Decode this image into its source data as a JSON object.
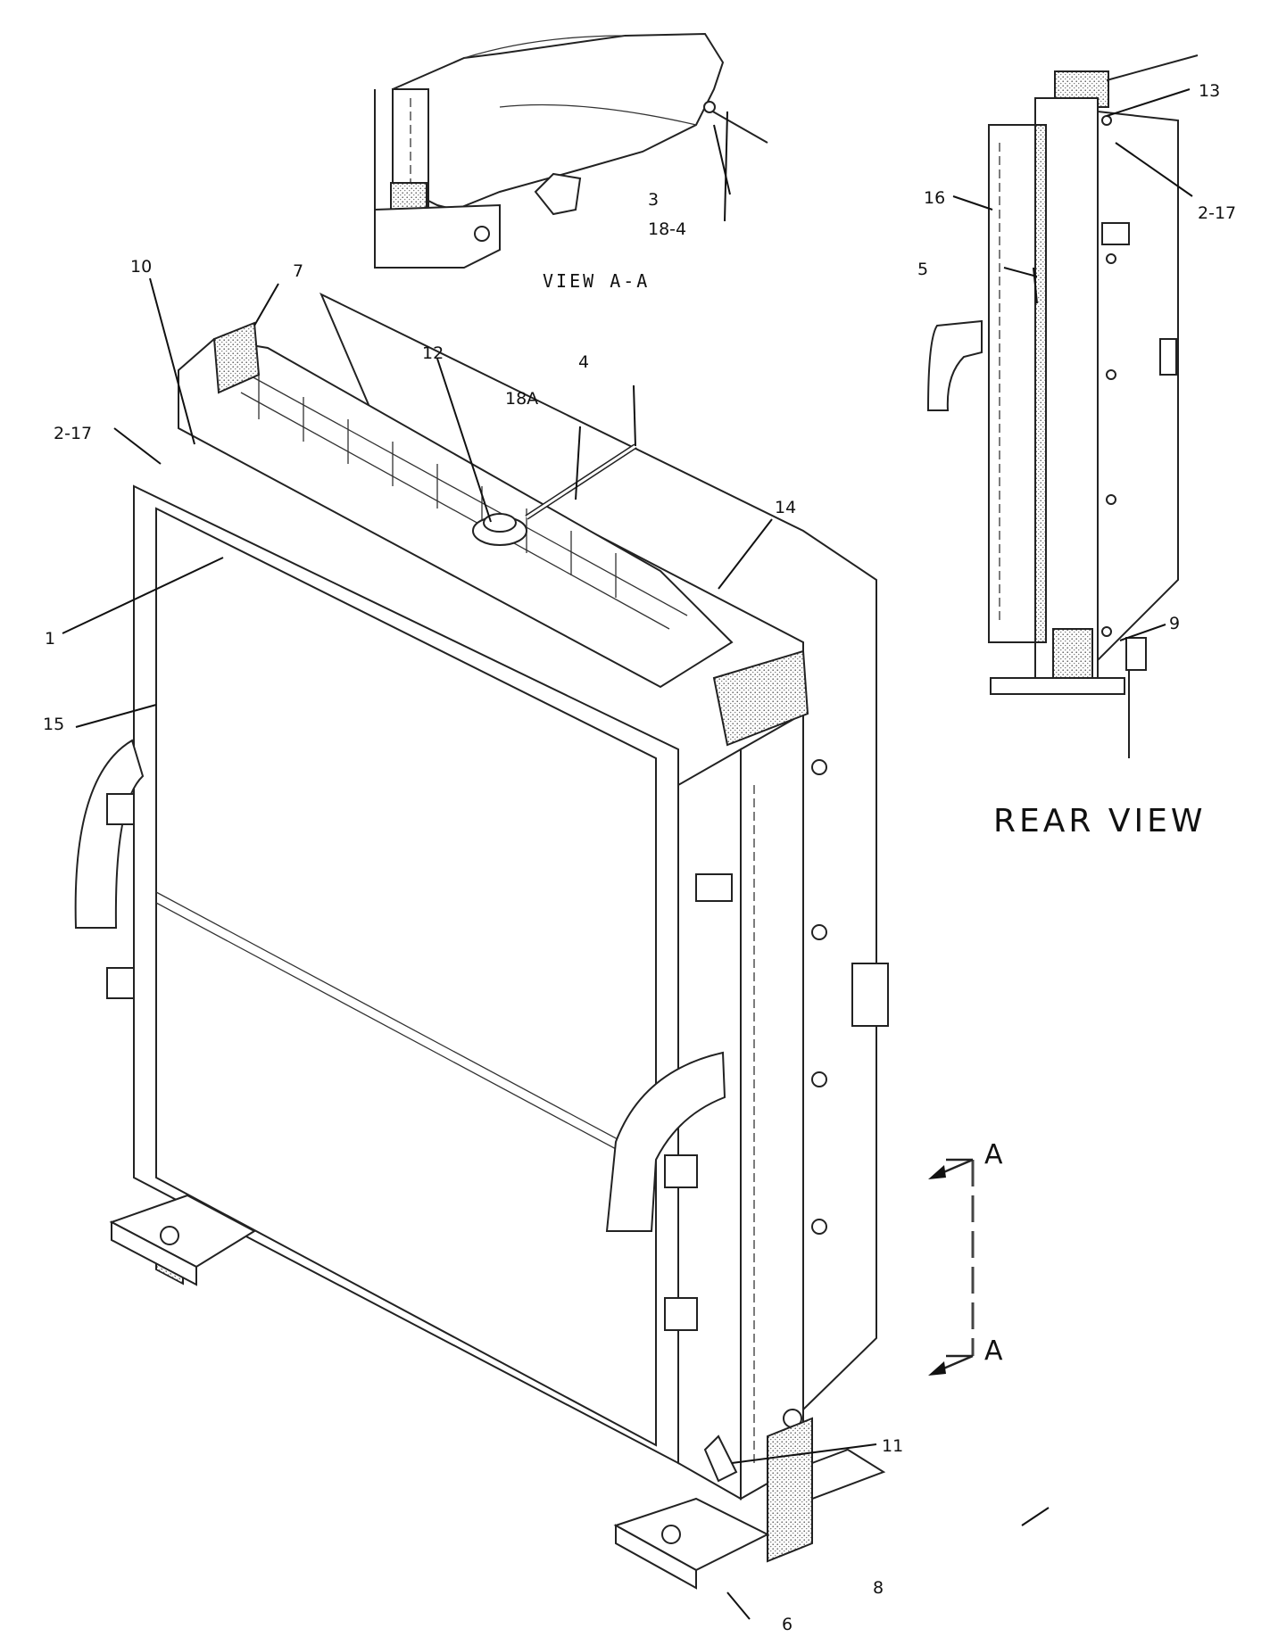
{
  "views": {
    "section": "VIEW A-A",
    "rear": "REAR VIEW"
  },
  "section_marks": {
    "top": "A",
    "bottom": "A"
  },
  "callouts": {
    "c1": "1",
    "c2_17_main": "2-17",
    "c2_17_rear": "2-17",
    "c3": "3",
    "c4": "4",
    "c5": "5",
    "c6": "6",
    "c7": "7",
    "c8": "8",
    "c9": "9",
    "c10": "10",
    "c11": "11",
    "c12": "12",
    "c13": "13",
    "c14": "14",
    "c15": "15",
    "c16": "16",
    "c18_4": "18-4",
    "c18a": "18A"
  }
}
